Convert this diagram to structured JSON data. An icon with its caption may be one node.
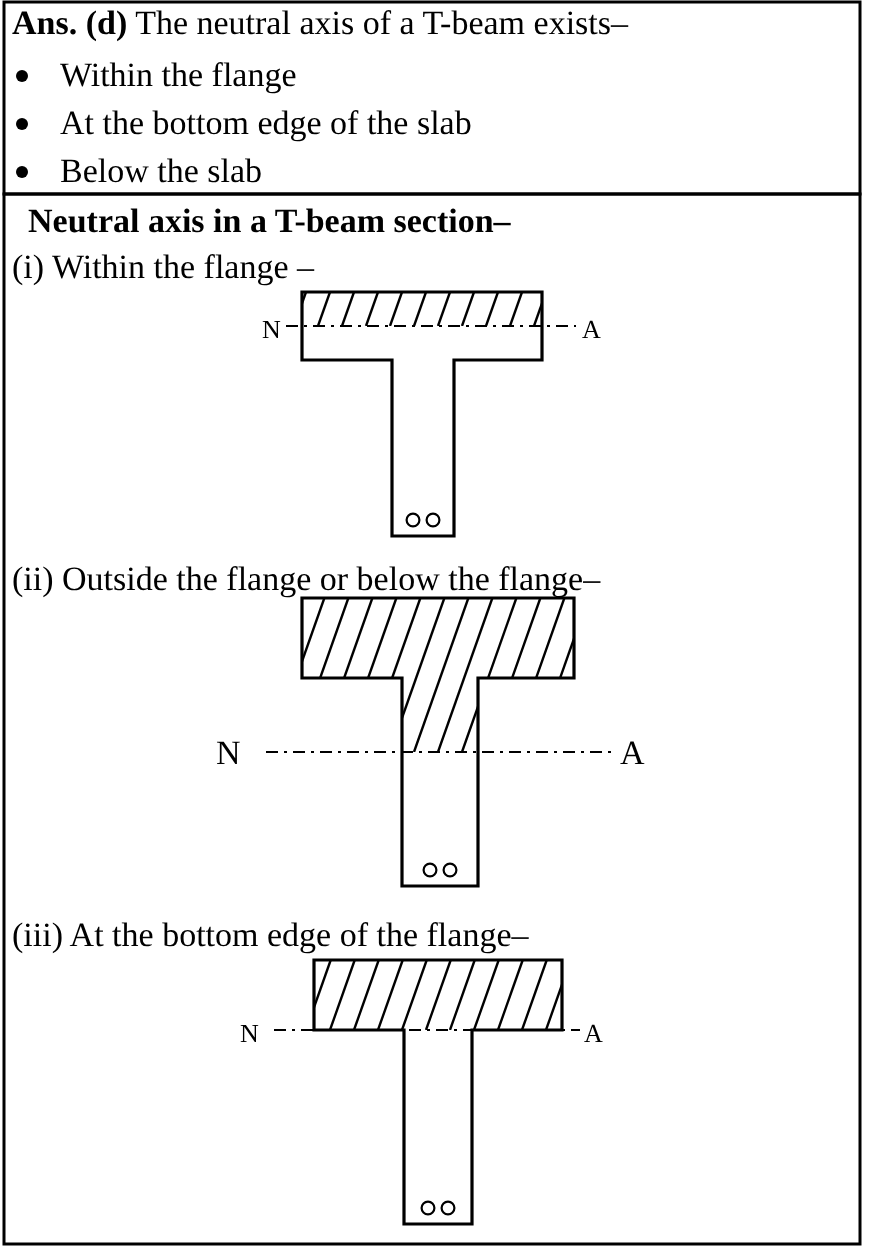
{
  "diagram": {
    "labels": [
      "**Ans. (d)** The neutral axis of a T-beam exists–",
      "Within the flange",
      "At the bottom edge of the slab",
      "Below the slab",
      "Neutral axis in a T-beam section–",
      "(i) Within the flange –",
      "N",
      "A",
      "(ii) Outside the flange or below the flange–",
      "N",
      "A",
      "(iii) At the bottom edge of the flange–",
      "N",
      "A"
    ]
  }
}
